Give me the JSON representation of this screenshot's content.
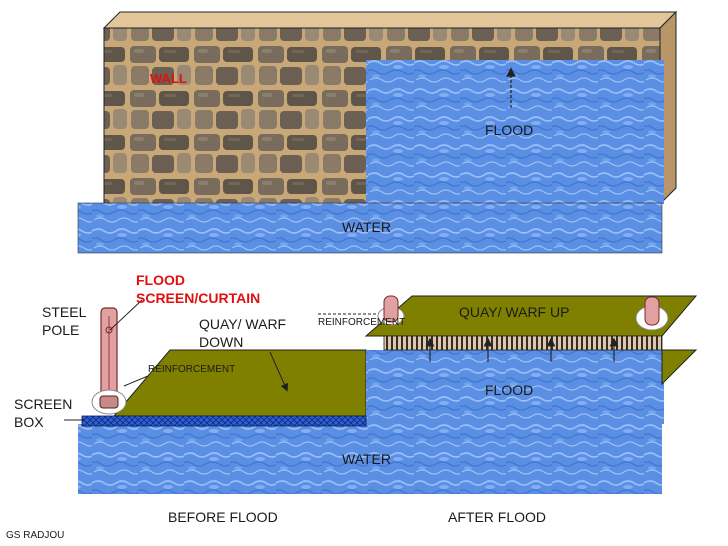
{
  "labels": {
    "wall": "WALL",
    "flood_top": "FLOOD",
    "water_top": "WATER",
    "flood_screen_line1": "FLOOD",
    "flood_screen_line2": "SCREEN/CURTAIN",
    "steel_pole_line1": "STEEL",
    "steel_pole_line2": "POLE",
    "quay_down_line1": "QUAY/ WARF",
    "quay_down_line2": "DOWN",
    "reinforcement_left": "REINFORCEMENT",
    "reinforcement_right": "REINFORCEMENT",
    "quay_up": "QUAY/ WARF UP",
    "flood_bottom": "FLOOD",
    "screen_box_line1": "SCREEN",
    "screen_box_line2": "BOX",
    "water_bottom": "WATER",
    "before_flood": "BEFORE FLOOD",
    "after_flood": "AFTER FLOOD",
    "credit": "GS RADJOU"
  },
  "colors": {
    "water": "#5b8fe0",
    "quay": "#808000",
    "label_red": "#e01010",
    "wall_mortar": "#c9a97a",
    "wall_stone": "#6e6254"
  }
}
